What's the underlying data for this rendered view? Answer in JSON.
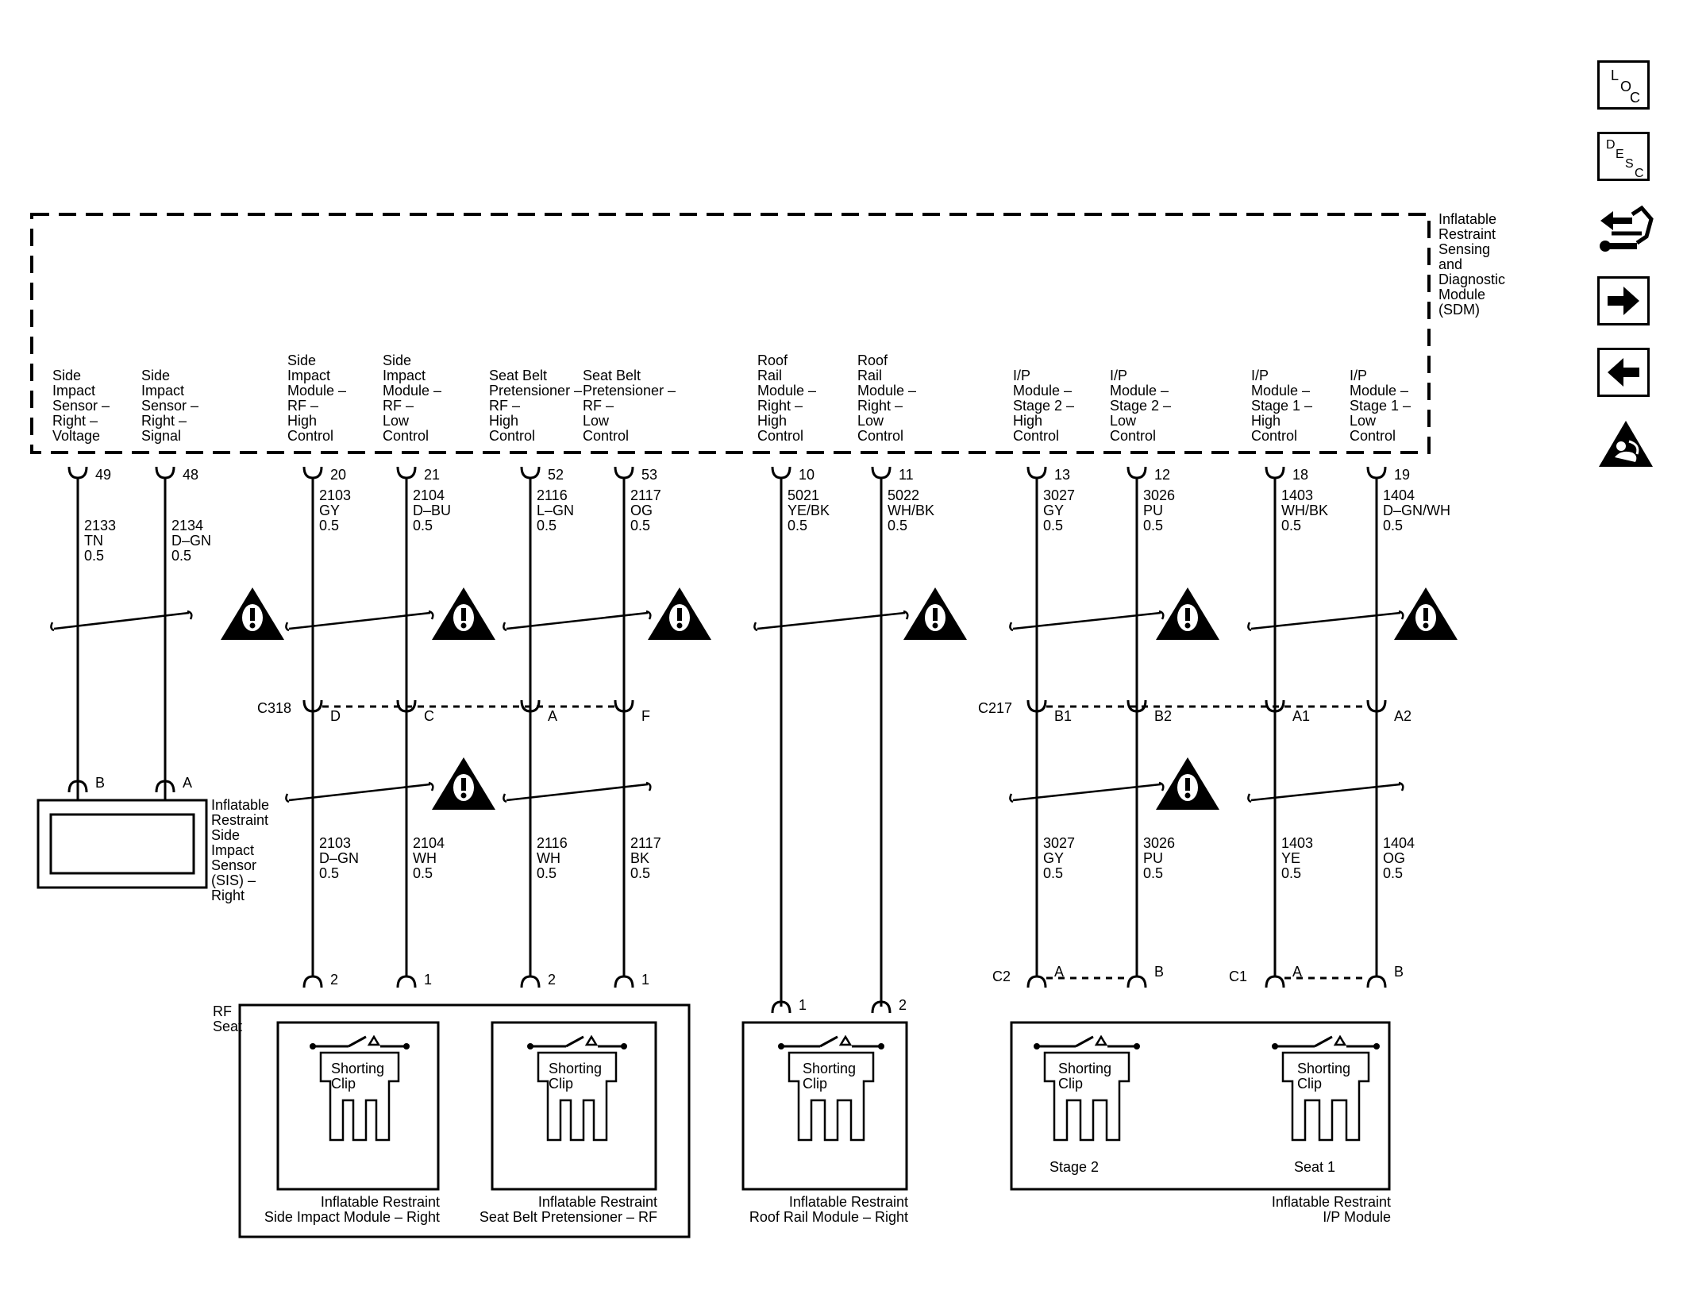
{
  "sdm": {
    "label": [
      "Inflatable",
      "Restraint",
      "Sensing",
      "and",
      "Diagnostic",
      "Module",
      "(SDM)"
    ]
  },
  "circuits": [
    {
      "id": "sis-voltage",
      "pin": "49",
      "label": [
        "Side",
        "Impact",
        "Sensor –",
        "Right –",
        "Voltage"
      ],
      "upper": [
        "2133",
        "TN",
        "0.5"
      ]
    },
    {
      "id": "sis-signal",
      "pin": "48",
      "label": [
        "Side",
        "Impact",
        "Sensor –",
        "Right –",
        "Signal"
      ],
      "upper": [
        "2134",
        "D–GN",
        "0.5"
      ]
    },
    {
      "id": "sim-high",
      "pin": "20",
      "label": [
        "Side",
        "Impact",
        "Module –",
        "RF –",
        "High",
        "Control"
      ],
      "upper": [
        "2103",
        "GY",
        "0.5"
      ],
      "mid_pin": "D",
      "lower": [
        "2103",
        "D–GN",
        "0.5"
      ],
      "comp_pin": "2"
    },
    {
      "id": "sim-low",
      "pin": "21",
      "label": [
        "Side",
        "Impact",
        "Module –",
        "RF –",
        "Low",
        "Control"
      ],
      "upper": [
        "2104",
        "D–BU",
        "0.5"
      ],
      "mid_pin": "C",
      "lower": [
        "2104",
        "WH",
        "0.5"
      ],
      "comp_pin": "1"
    },
    {
      "id": "sbp-high",
      "pin": "52",
      "label": [
        "Seat Belt",
        "Pretensioner –",
        "RF –",
        "High",
        "Control"
      ],
      "upper": [
        "2116",
        "L–GN",
        "0.5"
      ],
      "mid_pin": "A",
      "lower": [
        "2116",
        "WH",
        "0.5"
      ],
      "comp_pin": "2"
    },
    {
      "id": "sbp-low",
      "pin": "53",
      "label": [
        "Seat Belt",
        "Pretensioner –",
        "RF –",
        "Low",
        "Control"
      ],
      "upper": [
        "2117",
        "OG",
        "0.5"
      ],
      "mid_pin": "F",
      "lower": [
        "2117",
        "BK",
        "0.5"
      ],
      "comp_pin": "1"
    },
    {
      "id": "rrm-high",
      "pin": "10",
      "label": [
        "Roof",
        "Rail",
        "Module –",
        "Right –",
        "High",
        "Control"
      ],
      "upper": [
        "5021",
        "YE/BK",
        "0.5"
      ],
      "comp_pin": "1"
    },
    {
      "id": "rrm-low",
      "pin": "11",
      "label": [
        "Roof",
        "Rail",
        "Module –",
        "Right –",
        "Low",
        "Control"
      ],
      "upper": [
        "5022",
        "WH/BK",
        "0.5"
      ],
      "comp_pin": "2"
    },
    {
      "id": "ip-s2-high",
      "pin": "13",
      "label": [
        "I/P",
        "Module –",
        "Stage 2 –",
        "High",
        "Control"
      ],
      "upper": [
        "3027",
        "GY",
        "0.5"
      ],
      "mid_pin": "B1",
      "lower": [
        "3027",
        "GY",
        "0.5"
      ],
      "comp_pin": "A"
    },
    {
      "id": "ip-s2-low",
      "pin": "12",
      "label": [
        "I/P",
        "Module –",
        "Stage 2 –",
        "Low",
        "Control"
      ],
      "upper": [
        "3026",
        "PU",
        "0.5"
      ],
      "mid_pin": "B2",
      "lower": [
        "3026",
        "PU",
        "0.5"
      ],
      "comp_pin": "B"
    },
    {
      "id": "ip-s1-high",
      "pin": "18",
      "label": [
        "I/P",
        "Module –",
        "Stage 1 –",
        "High",
        "Control"
      ],
      "upper": [
        "1403",
        "WH/BK",
        "0.5"
      ],
      "mid_pin": "A1",
      "lower": [
        "1403",
        "YE",
        "0.5"
      ],
      "comp_pin": "A"
    },
    {
      "id": "ip-s1-low",
      "pin": "19",
      "label": [
        "I/P",
        "Module –",
        "Stage 1 –",
        "Low",
        "Control"
      ],
      "upper": [
        "1404",
        "D–GN/WH",
        "0.5"
      ],
      "mid_pin": "A2",
      "lower": [
        "1404",
        "OG",
        "0.5"
      ],
      "comp_pin": "B"
    }
  ],
  "connectors": {
    "c318": "C318",
    "c217": "C217",
    "c2": "C2",
    "c1": "C1"
  },
  "sis_pins": {
    "b": "B",
    "a": "A"
  },
  "sis_label": [
    "Inflatable",
    "Restraint",
    "Side",
    "Impact",
    "Sensor",
    "(SIS) –",
    "Right"
  ],
  "rf_seat": [
    "RF",
    "Seat"
  ],
  "shorting_clip": [
    "Shorting",
    "Clip"
  ],
  "components": {
    "sim": [
      "Inflatable Restraint",
      "Side Impact Module – Right"
    ],
    "sbp": [
      "Inflatable Restraint",
      "Seat Belt Pretensioner – RF"
    ],
    "rrm": [
      "Inflatable Restraint",
      "Roof Rail Module – Right"
    ],
    "ipm": [
      "Inflatable Restraint",
      "I/P Module"
    ]
  },
  "stage_labels": {
    "stage2": "Stage 2",
    "stage1": "Seat 1"
  },
  "nav": {
    "loc": [
      "L",
      "O",
      "C"
    ],
    "desc": [
      "D",
      "E",
      "S",
      "C"
    ]
  },
  "icons": [
    "loc-icon",
    "desc-icon",
    "connector-wrench-icon",
    "next-arrow-icon",
    "previous-arrow-icon",
    "airbag-warning-icon"
  ]
}
